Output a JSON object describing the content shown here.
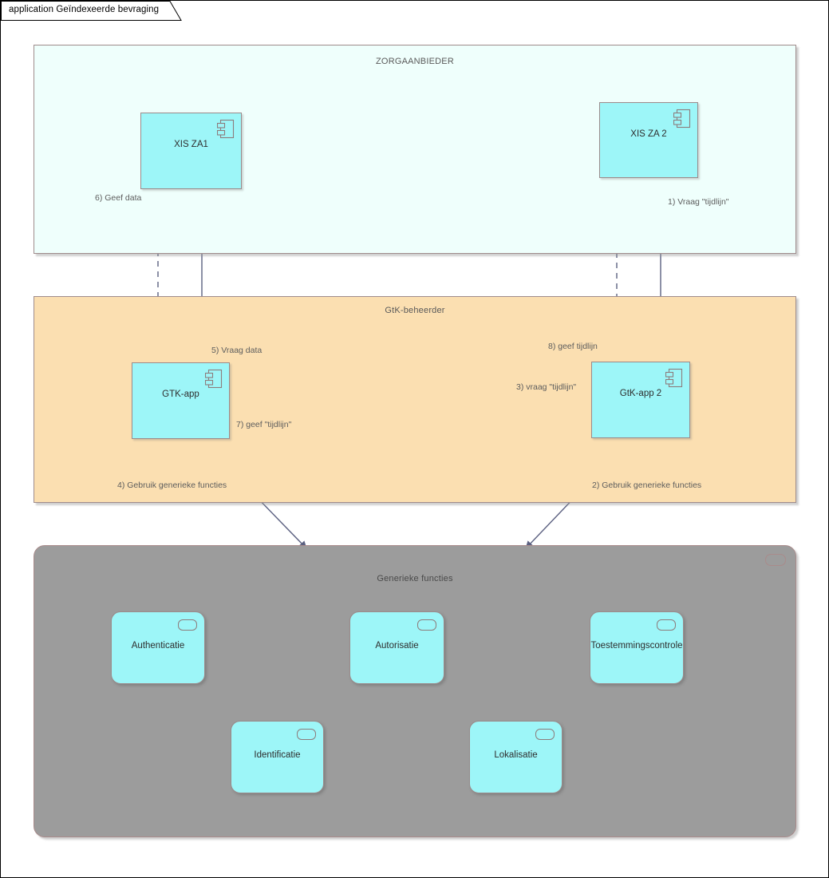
{
  "window": {
    "tab_label": "application Geïndexeerde bevraging"
  },
  "colors": {
    "zorgaanbieder_bg": "#effffc",
    "gtk_bg": "#fbdfb1",
    "generiek_bg": "#9c9c9c",
    "component_fill": "#9df6f8",
    "border": "#9b8a8a",
    "edge": "#5b6080",
    "label_text": "#5d5d5d"
  },
  "groups": {
    "zorgaanbieder": {
      "title": "ZORGAANBIEDER",
      "components": [
        {
          "label": "XIS ZA1",
          "icon": "uml-component-icon"
        },
        {
          "label": "XIS ZA 2",
          "icon": "uml-component-icon"
        }
      ]
    },
    "gtk_beheerder": {
      "title": "GtK-beheerder",
      "components": [
        {
          "label": "GTK-app",
          "icon": "uml-component-icon"
        },
        {
          "label": "GtK-app 2",
          "icon": "uml-component-icon"
        }
      ]
    },
    "generieke_functies": {
      "title": "Generieke functies",
      "corner_icon": "rounded-rect-icon",
      "functions": [
        {
          "label": "Authenticatie",
          "icon": "rounded-rect-icon"
        },
        {
          "label": "Autorisatie",
          "icon": "rounded-rect-icon"
        },
        {
          "label": "Toestemmingscontrole",
          "icon": "rounded-rect-icon"
        },
        {
          "label": "Identificatie",
          "icon": "rounded-rect-icon"
        },
        {
          "label": "Lokalisatie",
          "icon": "rounded-rect-icon"
        }
      ]
    }
  },
  "connectors": [
    {
      "id": "c1",
      "label": "1) Vraag \"tijdlijn\"",
      "style": "solid",
      "from": "XIS ZA 2",
      "to": "GtK-app 2"
    },
    {
      "id": "c2",
      "label": "2) Gebruik generieke functies",
      "style": "solid",
      "from": "GtK-app 2",
      "to": "Generieke functies"
    },
    {
      "id": "c3",
      "label": "3) vraag \"tijdlijn\"",
      "style": "solid",
      "from": "GtK-app 2",
      "to": "GTK-app"
    },
    {
      "id": "c4",
      "label": "4) Gebruik generieke functies",
      "style": "solid",
      "from": "GTK-app",
      "to": "Generieke functies"
    },
    {
      "id": "c5",
      "label": "5) Vraag data",
      "style": "solid",
      "from": "GTK-app",
      "to": "XIS ZA1"
    },
    {
      "id": "c6",
      "label": "6) Geef data",
      "style": "dashed",
      "from": "XIS ZA1",
      "to": "GTK-app"
    },
    {
      "id": "c7",
      "label": "7) geef \"tijdlijn\"",
      "style": "dashed",
      "from": "GTK-app",
      "to": "GtK-app 2"
    },
    {
      "id": "c8",
      "label": "8) geef tijdlijn",
      "style": "dashed",
      "from": "GtK-app 2",
      "to": "XIS ZA 2"
    }
  ]
}
